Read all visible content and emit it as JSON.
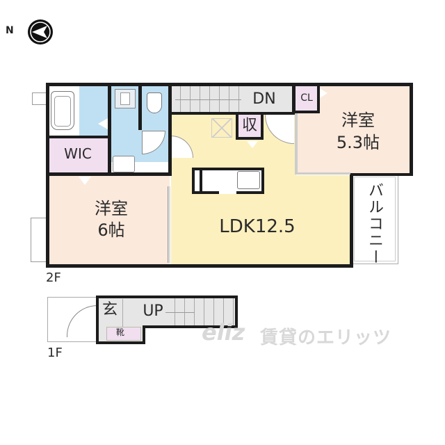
{
  "compass": {
    "label": "N",
    "icon": "compass-arrow-icon"
  },
  "floors": {
    "upper": {
      "label": "2F",
      "rooms": {
        "wic": "WIC",
        "western_room_a": {
          "name": "洋室",
          "size": "6帖"
        },
        "western_room_b": {
          "name": "洋室",
          "size": "5.3帖"
        },
        "ldk": "LDK12.5",
        "storage": "収",
        "closet": "CL",
        "balcony": "バルコニー",
        "stairs": "DN"
      }
    },
    "lower": {
      "label": "1F",
      "rooms": {
        "entrance": "玄",
        "shoe_storage": "靴",
        "stairs": "UP"
      }
    }
  },
  "watermark": {
    "logo": "eliz",
    "text": "賃貸のエリッツ"
  },
  "colors": {
    "wet_area": "#bfe0f3",
    "western_room": "#fbe9dc",
    "ldk": "#fcf0bf",
    "storage": "#f1dff0",
    "stairs": "#e6e6e6",
    "wall": "#1c1c1c",
    "watermark": "#d8d8d8"
  }
}
